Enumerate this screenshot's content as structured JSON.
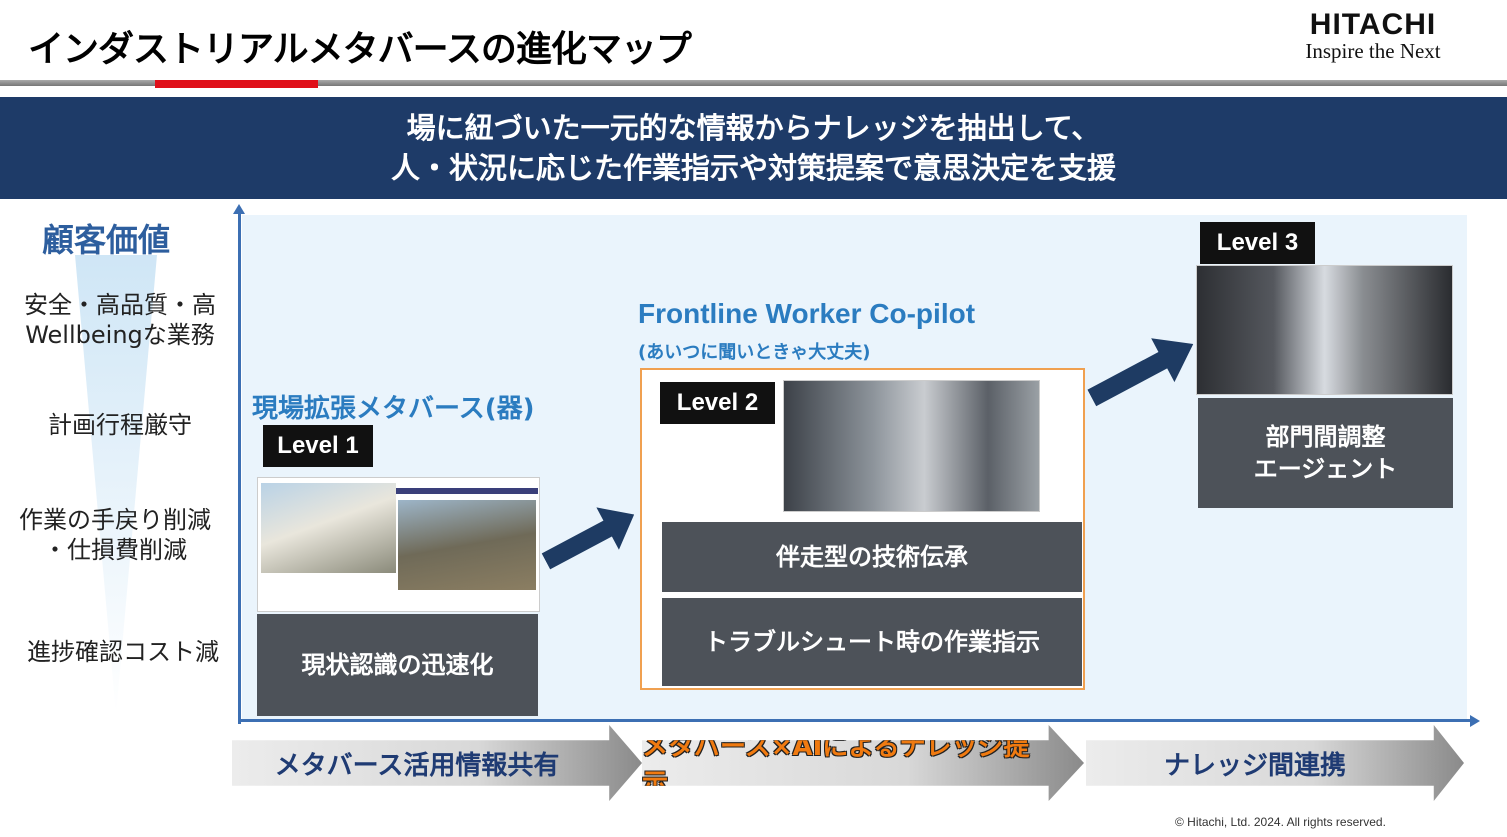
{
  "header": {
    "title": "インダストリアルメタバースの進化マップ",
    "logo_brand": "HITACHI",
    "logo_tagline": "Inspire the Next"
  },
  "banner": {
    "line1": "場に紐づいた一元的な情報からナレッジを抽出して、",
    "line2": "人・状況に応じた作業指示や対策提案で意思決定を支援"
  },
  "customer_value": {
    "title": "顧客価値",
    "items": [
      "安全・高品質・高",
      "Wellbeingな業務",
      "計画行程厳守",
      "作業の手戻り削減",
      "・仕損費削減",
      "進捗確認コスト減"
    ]
  },
  "level1": {
    "heading": "現場拡張メタバース(器)",
    "badge": "Level 1",
    "box": "現状認識の迅速化"
  },
  "level2": {
    "heading": "Frontline Worker Co-pilot",
    "subheading": "(あいつに聞いときゃ大丈夫)",
    "badge": "Level 2",
    "boxes": [
      "伴走型の技術伝承",
      "トラブルシュート時の作業指示"
    ]
  },
  "level3": {
    "badge": "Level 3",
    "box_line1": "部門間調整",
    "box_line2": "エージェント"
  },
  "phases": [
    "メタバース活用情報共有",
    "メタバース×AIによるナレッジ提示",
    "ナレッジ間連携"
  ],
  "footer": {
    "copyright": "© Hitachi, Ltd. 2024. All rights reserved."
  },
  "colors": {
    "navy": "#1e3b68",
    "accent_red": "#e0101a",
    "label_blue": "#2b7cc0",
    "box_gray": "#4d5259",
    "frame_orange": "#f0a050"
  }
}
